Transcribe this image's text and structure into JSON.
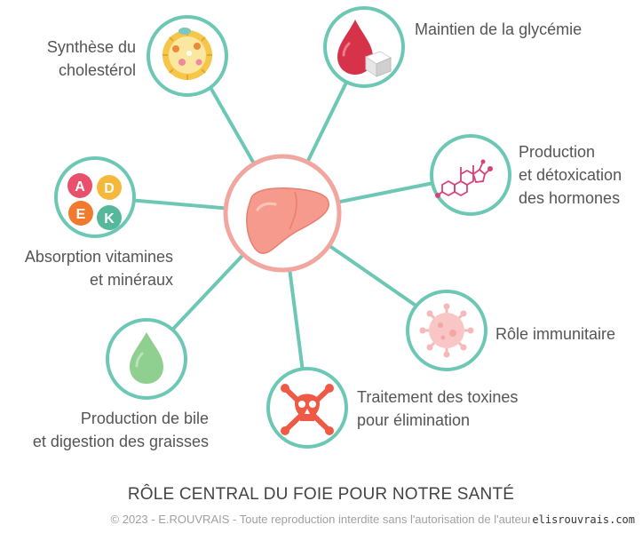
{
  "title": "RÔLE CENTRAL DU FOIE POUR NOTRE SANTÉ",
  "copyright": "© 2023 - E.ROUVRAIS - Toute reproduction interdite sans l'autorisation de l'auteur",
  "watermark": "elisrouvrais.com",
  "nodes": {
    "cholesterol": {
      "line1": "Synthèse du",
      "line2": "cholestérol",
      "icon": "cholesterol-particle-icon"
    },
    "glycemia": {
      "line1": "Maintien de la glycémie",
      "icon": "blood-drop-sugar-cube-icon"
    },
    "hormones": {
      "line1": "Production",
      "line2": "et détoxication",
      "line3": "des hormones",
      "icon": "steroid-molecule-icon"
    },
    "immune": {
      "line1": "Rôle immunitaire",
      "icon": "virus-icon"
    },
    "toxins": {
      "line1": "Traitement des toxines",
      "line2": "pour élimination",
      "icon": "skull-crossbones-icon"
    },
    "bile": {
      "line1": "Production de bile",
      "line2": "et digestion des graisses",
      "icon": "bile-drop-icon"
    },
    "vitamins": {
      "line1": "Absorption vitamines",
      "line2": "et minéraux",
      "icon": "vitamins-adek-icon",
      "letters": [
        "A",
        "D",
        "E",
        "K"
      ]
    }
  },
  "center": {
    "icon": "liver-icon"
  },
  "colors": {
    "connector": "#6cc8b4",
    "center_ring": "#f2a6a0",
    "liver": "#f59a8d",
    "blood": "#d6334a",
    "bile": "#8fcf8f",
    "virus": "#f7b8b8",
    "skull": "#ee5a45",
    "molecule": "#d9417a",
    "vit_a": "#e8506c",
    "vit_d": "#f5b83a",
    "vit_e": "#f07b2c",
    "vit_k": "#55b89a"
  }
}
